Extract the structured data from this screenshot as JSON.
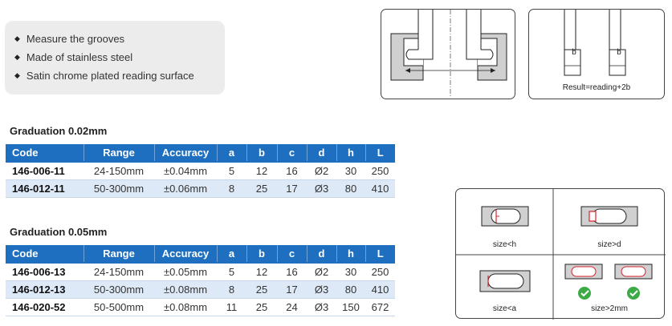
{
  "features": [
    "Measure the grooves",
    "Made of stainless steel",
    "Satin chrome plated reading surface"
  ],
  "columns": [
    "Code",
    "Range",
    "Accuracy",
    "a",
    "b",
    "c",
    "d",
    "h",
    "L"
  ],
  "tables": [
    {
      "title": "Graduation 0.02mm",
      "rows": [
        [
          "146-006-11",
          "24-150mm",
          "±0.04mm",
          "5",
          "12",
          "16",
          "Ø2",
          "30",
          "250"
        ],
        [
          "146-012-11",
          "50-300mm",
          "±0.06mm",
          "8",
          "25",
          "17",
          "Ø3",
          "80",
          "410"
        ]
      ]
    },
    {
      "title": "Graduation 0.05mm",
      "rows": [
        [
          "146-006-13",
          "24-150mm",
          "±0.05mm",
          "5",
          "12",
          "16",
          "Ø2",
          "30",
          "250"
        ],
        [
          "146-012-13",
          "50-300mm",
          "±0.08mm",
          "8",
          "25",
          "17",
          "Ø3",
          "80",
          "410"
        ],
        [
          "146-020-52",
          "50-500mm",
          "±0.08mm",
          "11",
          "25",
          "24",
          "Ø3",
          "150",
          "672"
        ]
      ]
    }
  ],
  "diagram_result": {
    "label_b1": "b",
    "label_b2": "b",
    "caption": "Result=reading+2b"
  },
  "size_panel": {
    "captions": [
      "size<h",
      "size>d",
      "size<a",
      "size>2mm"
    ]
  },
  "colors": {
    "header_blue": "#1e6fc0",
    "row_alt": "#dde9f6",
    "feature_bg": "#ececec",
    "check_green": "#3daa45",
    "marker_red": "#d9232d"
  }
}
